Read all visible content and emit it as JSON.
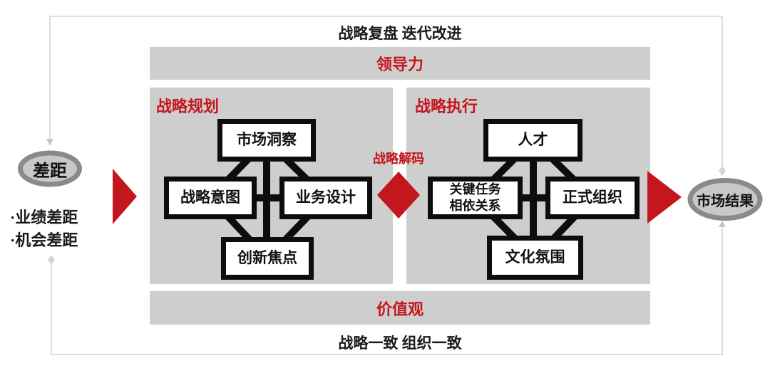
{
  "colors": {
    "accent_red": "#c3161d",
    "panel_gray": "#cecece",
    "ellipse_fill": "#c8c8c8",
    "ellipse_border": "#8a8a8a",
    "box_border": "#0d0d0d",
    "loop_line": "#d2d2d2"
  },
  "feedback_loop": {
    "top_label": "战略复盘 迭代改进",
    "bottom_label": "战略一致 组织一致"
  },
  "bars": {
    "leadership_label": "领导力",
    "values_label": "价值观"
  },
  "gap": {
    "title": "差距",
    "items": [
      "·业绩差距",
      "·机会差距"
    ]
  },
  "result": {
    "title": "市场结果"
  },
  "decode_label": "战略解码",
  "planning": {
    "title": "战略规划",
    "top_box": "市场洞察",
    "left_box": "战略意图",
    "right_box": "业务设计",
    "bottom_box": "创新焦点"
  },
  "execution": {
    "title": "战略执行",
    "top_box": "人才",
    "left_box_line1": "关键任务",
    "left_box_line2": "相依关系",
    "right_box": "正式组织",
    "bottom_box": "文化氛围"
  }
}
